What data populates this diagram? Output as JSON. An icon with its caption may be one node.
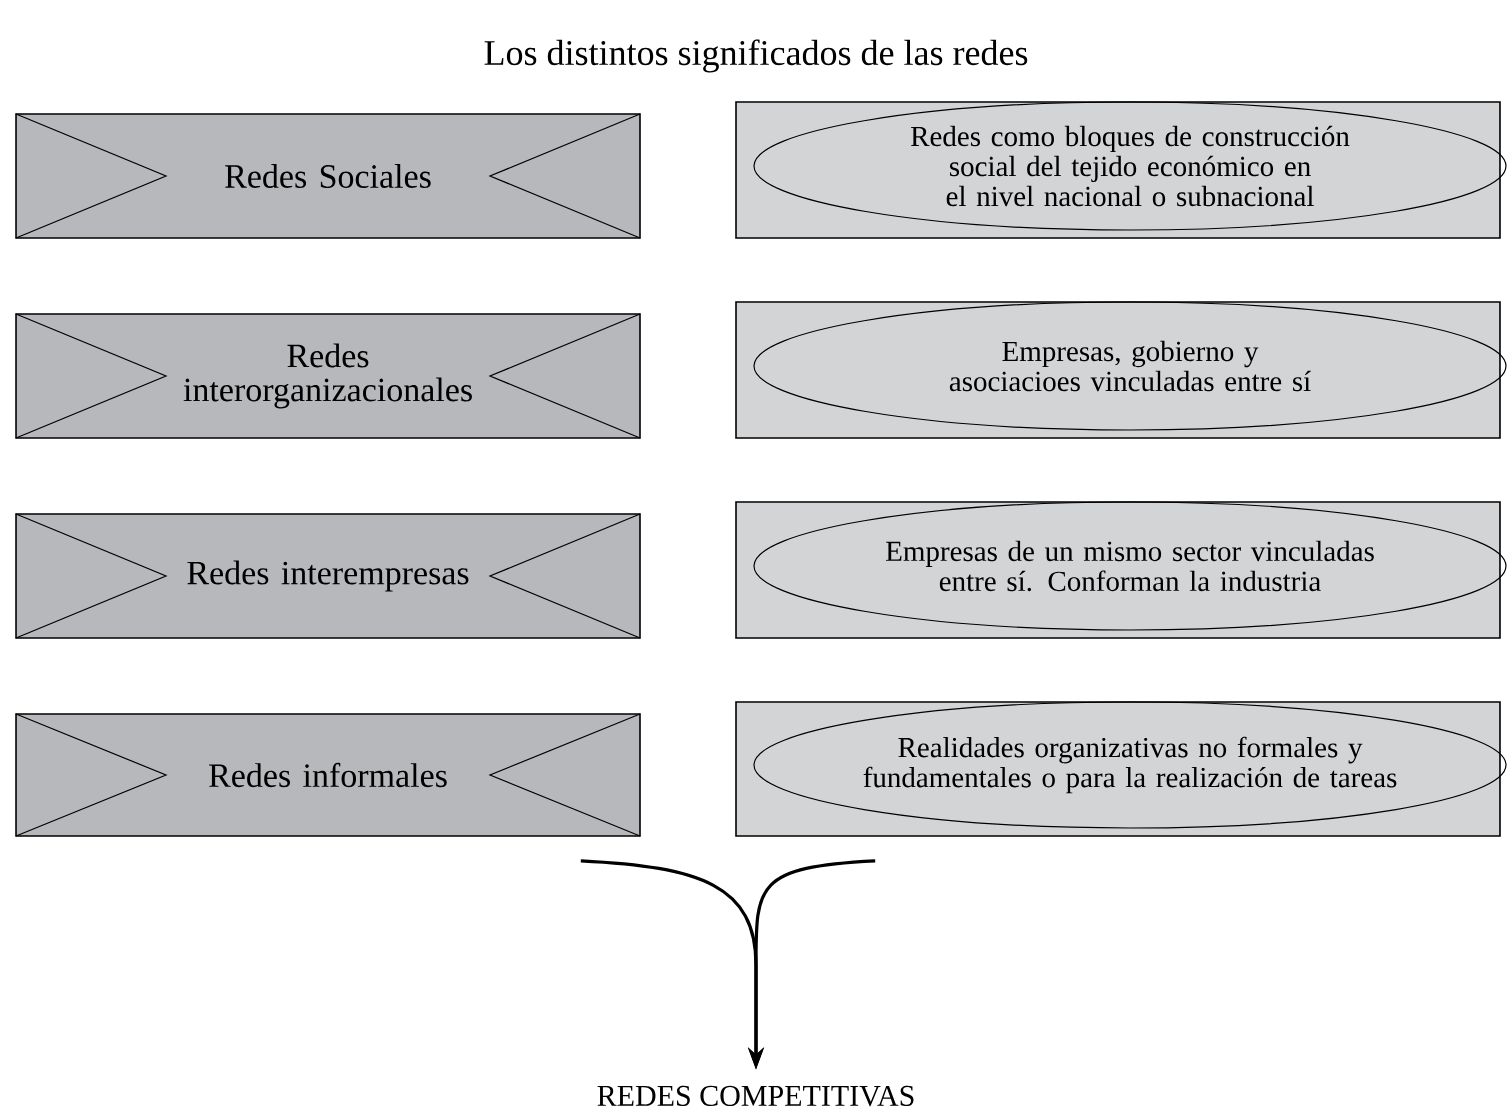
{
  "diagram": {
    "title": "Los distintos significados de las redes",
    "nodes": [
      {
        "text": [
          "Redes Sociales"
        ]
      },
      {
        "text": [
          "Redes como bloques de construcción social del tejido económico en el nivel nacional o subnacional"
        ]
      },
      {
        "text": [
          "Redes interorganizacionales"
        ]
      },
      {
        "text": [
          "Empresas, gobierno y asociacioes vinculadas entre sí"
        ]
      },
      {
        "text": [
          "Redes interempresas"
        ]
      },
      {
        "text": [
          "Empresas de un mismo sector vinculadas entre sí. Conforman la industria"
        ]
      },
      {
        "text": [
          "Redes informales"
        ]
      },
      {
        "text": [
          "Realidades organizativas no formales y fundamentales o para la realización de tareas"
        ]
      },
      {
        "text": [
          "REDES COMPETITIVAS"
        ]
      }
    ],
    "edges": [
      {
        "from": 6,
        "to": 8,
        "arrow": "to"
      },
      {
        "from": 7,
        "to": 8,
        "arrow": "to"
      }
    ]
  }
}
